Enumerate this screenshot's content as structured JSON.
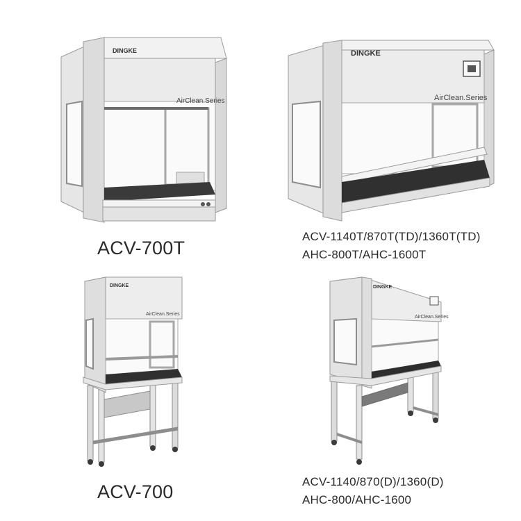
{
  "products": [
    {
      "id": "p1",
      "brand": "DINGKE",
      "series": "AirClean.Series",
      "caption_lines": [
        "ACV-700T"
      ]
    },
    {
      "id": "p2",
      "brand": "DINGKE",
      "series": "AirClean.Series",
      "caption_lines": [
        "ACV-1140T/870T(TD)/1360T(TD)",
        "AHC-800T/AHC-1600T"
      ]
    },
    {
      "id": "p3",
      "brand": "DINGKE",
      "series": "AirClean.Series",
      "caption_lines": [
        "ACV-700"
      ]
    },
    {
      "id": "p4",
      "brand": "DINGKE",
      "series": "AirClean.Series",
      "caption_lines": [
        "ACV-1140/870(D)/1360(D)",
        "AHC-800/AHC-1600"
      ]
    }
  ],
  "colors": {
    "cabinet": "#ebebeb",
    "cabinet_side": "#d6d6d6",
    "frame": "#bdbdbd",
    "work_surface": "#2e2e2e",
    "glass": "#fafafa",
    "caption": "#2a2a2a"
  }
}
